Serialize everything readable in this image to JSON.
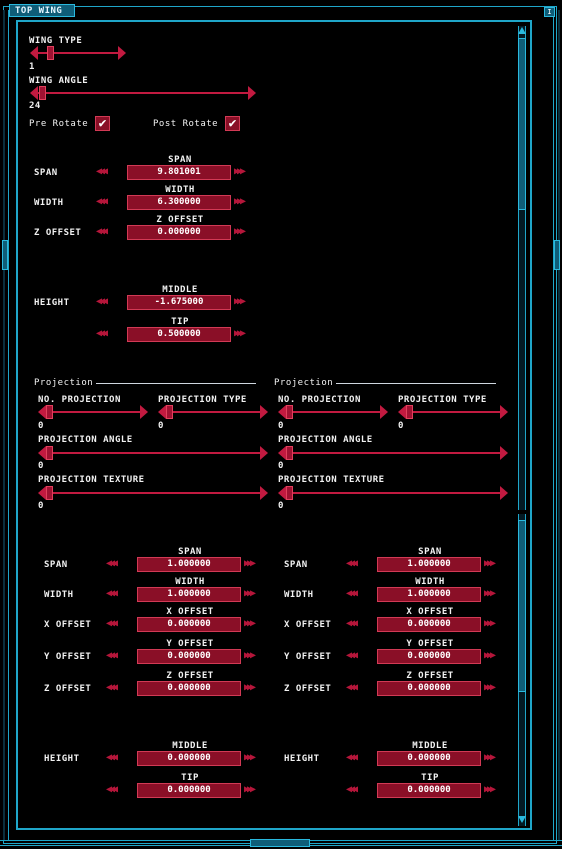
{
  "window": {
    "title": "TOP WING",
    "corner_button": "I"
  },
  "wing_type": {
    "label": "WING TYPE",
    "value": "1"
  },
  "wing_angle": {
    "label": "WING ANGLE",
    "value": "24"
  },
  "pre_rotate": {
    "label": "Pre Rotate",
    "checked": true
  },
  "post_rotate": {
    "label": "Post Rotate",
    "checked": true
  },
  "main": {
    "span": {
      "caption": "SPAN",
      "label": "SPAN",
      "value": "9.801001"
    },
    "width": {
      "caption": "WIDTH",
      "label": "WIDTH",
      "value": "6.300000"
    },
    "z_offset": {
      "caption": "Z OFFSET",
      "label": "Z OFFSET",
      "value": "0.000000"
    },
    "middle": {
      "caption": "MIDDLE",
      "label": "HEIGHT",
      "value": "-1.675000"
    },
    "tip": {
      "caption": "TIP",
      "value": "0.500000"
    }
  },
  "left": {
    "projection": {
      "header": "Projection",
      "no_projection": {
        "label": "NO. PROJECTION",
        "value": "0"
      },
      "projection_type": {
        "label": "PROJECTION TYPE",
        "value": "0"
      },
      "projection_angle": {
        "label": "PROJECTION ANGLE",
        "value": "0"
      },
      "projection_texture": {
        "label": "PROJECTION TEXTURE",
        "value": "0"
      }
    },
    "span": {
      "caption": "SPAN",
      "label": "SPAN",
      "value": "1.000000"
    },
    "width": {
      "caption": "WIDTH",
      "label": "WIDTH",
      "value": "1.000000"
    },
    "x_offset": {
      "caption": "X OFFSET",
      "label": "X OFFSET",
      "value": "0.000000"
    },
    "y_offset": {
      "caption": "Y OFFSET",
      "label": "Y OFFSET",
      "value": "0.000000"
    },
    "z_offset": {
      "caption": "Z OFFSET",
      "label": "Z OFFSET",
      "value": "0.000000"
    },
    "middle": {
      "caption": "MIDDLE",
      "label": "HEIGHT",
      "value": "0.000000"
    },
    "tip": {
      "caption": "TIP",
      "value": "0.000000"
    }
  },
  "right": {
    "projection": {
      "header": "Projection",
      "no_projection": {
        "label": "NO. PROJECTION",
        "value": "0"
      },
      "projection_type": {
        "label": "PROJECTION TYPE",
        "value": "0"
      },
      "projection_angle": {
        "label": "PROJECTION ANGLE",
        "value": "0"
      },
      "projection_texture": {
        "label": "PROJECTION TEXTURE",
        "value": "0"
      }
    },
    "span": {
      "caption": "SPAN",
      "label": "SPAN",
      "value": "1.000000"
    },
    "width": {
      "caption": "WIDTH",
      "label": "WIDTH",
      "value": "1.000000"
    },
    "x_offset": {
      "caption": "X OFFSET",
      "label": "X OFFSET",
      "value": "0.000000"
    },
    "y_offset": {
      "caption": "Y OFFSET",
      "label": "Y OFFSET",
      "value": "0.000000"
    },
    "z_offset": {
      "caption": "Z OFFSET",
      "label": "Z OFFSET",
      "value": "0.000000"
    },
    "middle": {
      "caption": "MIDDLE",
      "label": "HEIGHT",
      "value": "0.000000"
    },
    "tip": {
      "caption": "TIP",
      "value": "0.000000"
    }
  },
  "colors": {
    "frame": "#1fa6c9",
    "accent": "#b5163a",
    "field": "#8a0f27"
  },
  "icons": {
    "dec": "triple-left-arrow-icon",
    "inc": "triple-right-arrow-icon",
    "check": "checkmark-icon"
  }
}
